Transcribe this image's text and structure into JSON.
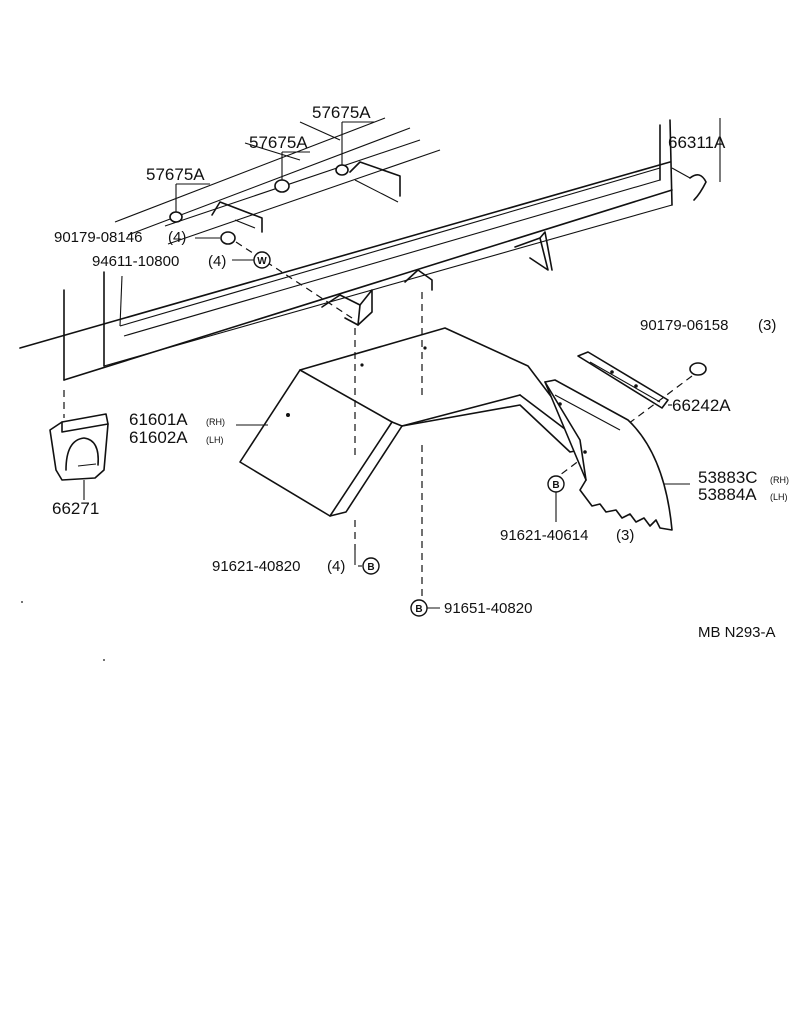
{
  "parts": {
    "clip_a": "57675A",
    "clip_b": "57675A",
    "clip_c": "57675A",
    "nut_90179_08146": "90179-08146",
    "nut_90179_08146_qty": "(4)",
    "washer_94611": "94611-10800",
    "washer_94611_qty": "(4)",
    "hook_66311": "66311A",
    "bracket_66271": "66271",
    "fender_rh": "61601A",
    "fender_rh_suffix": "(RH)",
    "fender_lh": "61602A",
    "fender_lh_suffix": "(LH)",
    "nut_90179_06158": "90179-06158",
    "nut_90179_06158_qty": "(3)",
    "stay_66242": "66242A",
    "mudguard_rh": "53883C",
    "mudguard_rh_suffix": "(RH)",
    "mudguard_lh": "53884A",
    "mudguard_lh_suffix": "(LH)",
    "bolt_91621_40614": "91621-40614",
    "bolt_91621_40614_qty": "(3)",
    "bolt_91621_40820": "91621-40820",
    "bolt_91621_40820_qty": "(4)",
    "bolt_91651_40820": "91651-40820"
  },
  "callouts": {
    "washer_marker": "W",
    "bolt_marker": "B"
  },
  "diagram_code": "MB N293-A"
}
